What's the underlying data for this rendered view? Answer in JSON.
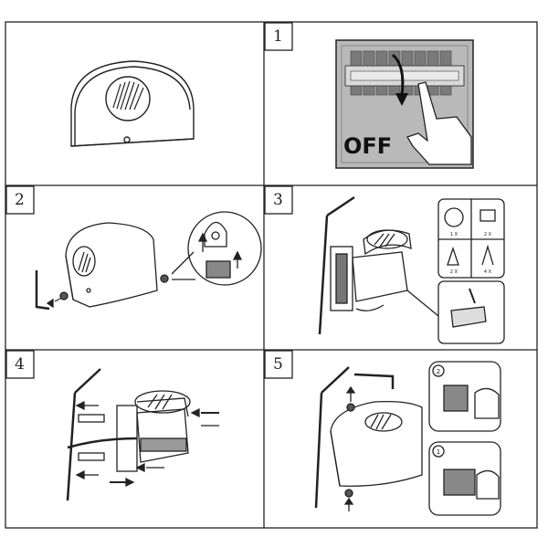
{
  "instructions": {
    "steps": [
      {
        "number": "1",
        "label": "OFF"
      },
      {
        "number": "2"
      },
      {
        "number": "3",
        "counts": [
          "1 X",
          "2 X",
          "2 X",
          "4 X"
        ]
      },
      {
        "number": "4"
      },
      {
        "number": "5",
        "sub_steps": [
          "2",
          "1"
        ]
      }
    ]
  },
  "colors": {
    "line": "#222222",
    "switch_bg": "#b9b9b9",
    "breaker": "#7a7a7a"
  }
}
